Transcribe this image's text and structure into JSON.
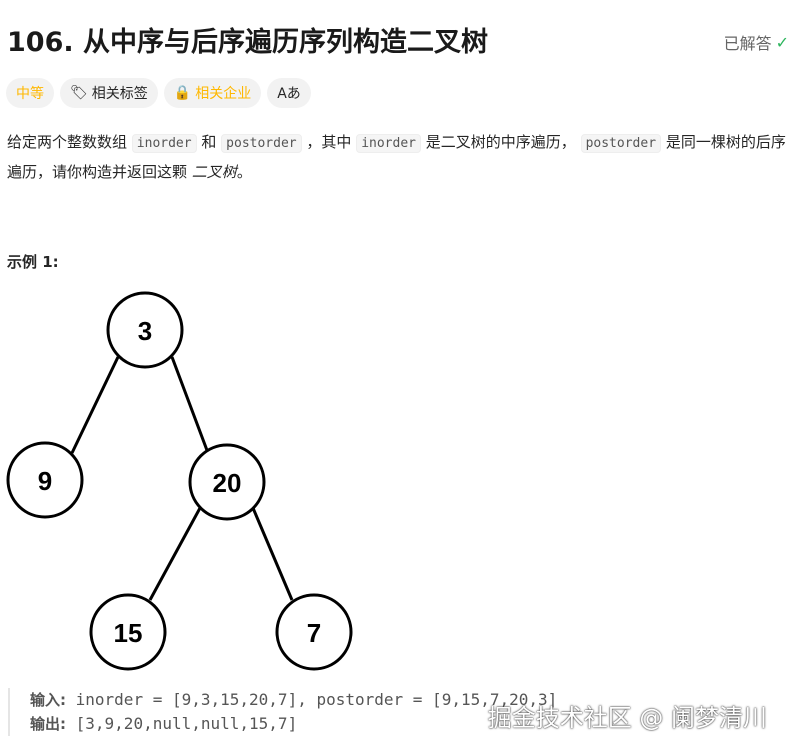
{
  "title": "106. 从中序与后序遍历序列构造二叉树",
  "status": {
    "label": "已解答",
    "icon": "check-circle-icon",
    "color": "#2db55d"
  },
  "tags": {
    "difficulty": "中等",
    "topics": "相关标签",
    "companies": "相关企业",
    "translate": "Aあ"
  },
  "description": {
    "p1": "给定两个整数数组",
    "code1": "inorder",
    "p2": "和",
    "code2": "postorder",
    "p3": "，其中",
    "code3": "inorder",
    "p4": "是二叉树的中序遍历，",
    "code4": "postorder",
    "p5": "是同一棵树的后序遍历，请你构造并返回这颗",
    "p6": "二叉树",
    "p7": "。"
  },
  "example": {
    "title": "示例 1:",
    "tree": [
      "3",
      "9",
      "20",
      "15",
      "7"
    ],
    "input_label": "输入:",
    "input": "inorder = [9,3,15,20,7], postorder = [9,15,7,20,3]",
    "output_label": "输出:",
    "output": "[3,9,20,null,null,15,7]"
  },
  "watermark": "掘金技术社区 @ 阑梦清川"
}
